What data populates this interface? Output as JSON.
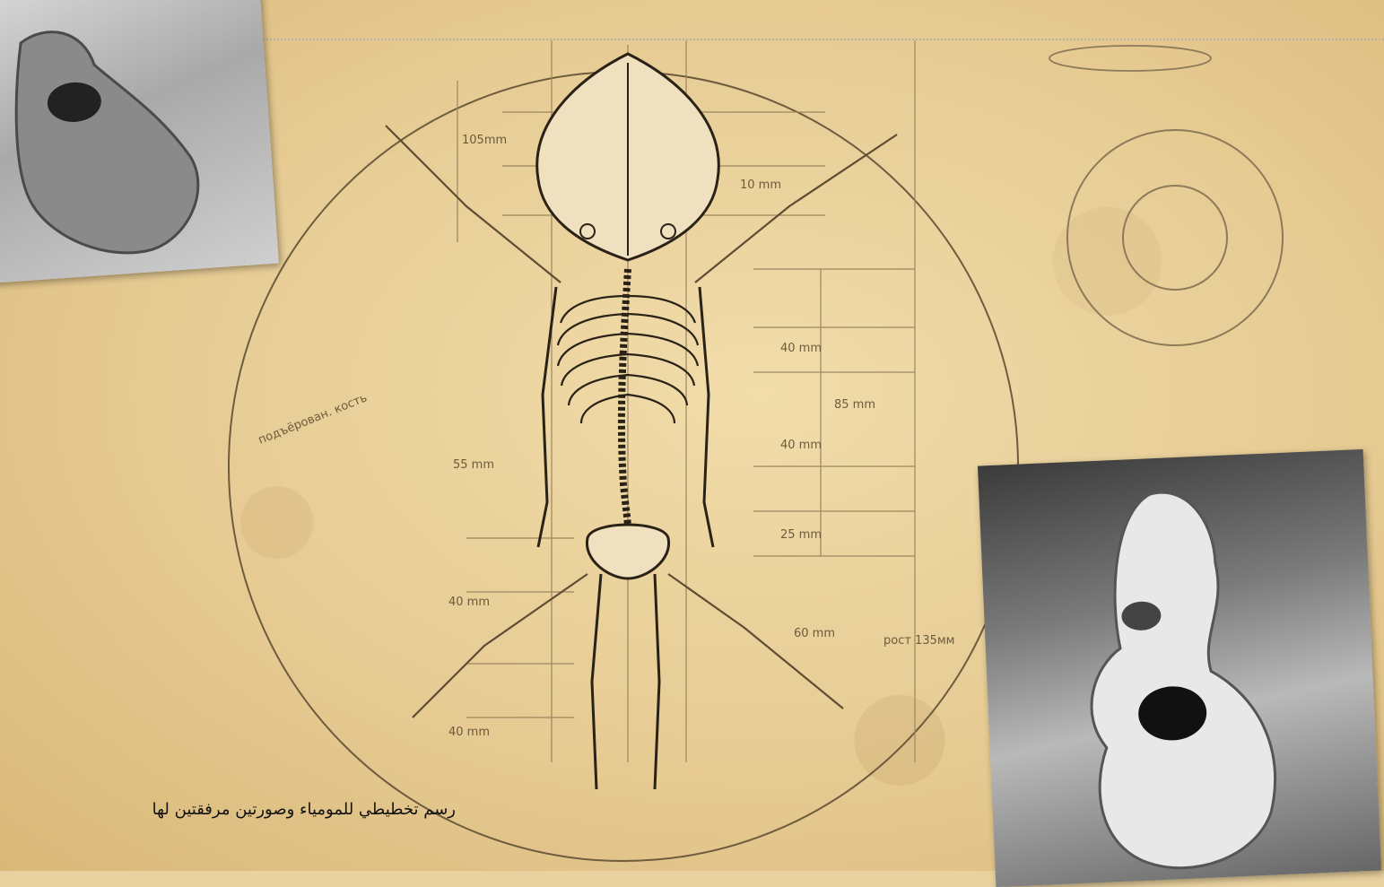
{
  "caption": "رسم تخطيطي للمومياء وصورتين مرفقتين لها",
  "sketch_labels": {
    "head_height": "105mm",
    "head_width": "10 mm",
    "chest_upper": "40 mm",
    "torso": "85 mm",
    "chest_lower": "40 mm",
    "hips": "25 mm",
    "arm": "55 mm",
    "leg_upper": "40 mm",
    "leg_lower": "40 mm",
    "foot_arm": "60 mm",
    "total_height": "рост 135мм",
    "note": "подъёрован. кость"
  },
  "colors": {
    "paper": "#e9d29f",
    "ink": "#2a2216",
    "pencil": "#8d7a58"
  }
}
